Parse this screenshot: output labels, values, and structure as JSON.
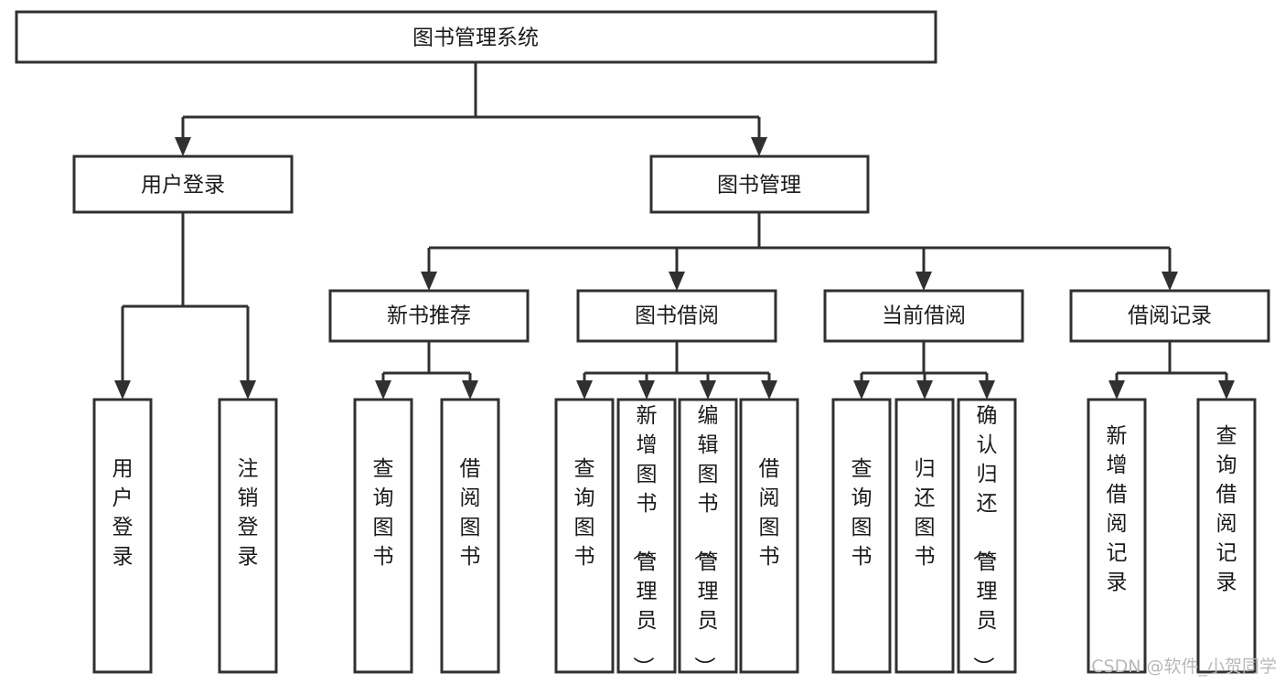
{
  "diagram": {
    "kind": "functional-structure-tree",
    "title": "图书管理系统",
    "watermark": "CSDN @软件_小贺同学",
    "orientation": "top-down",
    "leaf_text_orientation": "vertical",
    "colors": {
      "box_fill": "#ffffff",
      "box_stroke": "#303030",
      "connector": "#303030",
      "text": "#1a1a1a",
      "watermark": "#b9b9b9",
      "background": "#ffffff"
    },
    "root": {
      "label": "图书管理系统"
    },
    "level1": [
      {
        "label": "用户登录"
      },
      {
        "label": "图书管理"
      }
    ],
    "level2": [
      {
        "label": "新书推荐"
      },
      {
        "label": "图书借阅"
      },
      {
        "label": "当前借阅"
      },
      {
        "label": "借阅记录"
      }
    ],
    "leaves": {
      "user_login": [
        {
          "label": "用户登录"
        },
        {
          "label": "注销登录"
        }
      ],
      "new_book_recommend": [
        {
          "label": "查询图书"
        },
        {
          "label": "借阅图书"
        }
      ],
      "book_borrow": [
        {
          "label": "查询图书"
        },
        {
          "label": "新增图书（管理员）"
        },
        {
          "label": "编辑图书（管理员）"
        },
        {
          "label": "借阅图书"
        }
      ],
      "current_borrow": [
        {
          "label": "查询图书"
        },
        {
          "label": "归还图书"
        },
        {
          "label": "确认归还（管理员）"
        }
      ],
      "borrow_record": [
        {
          "label": "新增借阅记录"
        },
        {
          "label": "查询借阅记录"
        }
      ]
    }
  }
}
